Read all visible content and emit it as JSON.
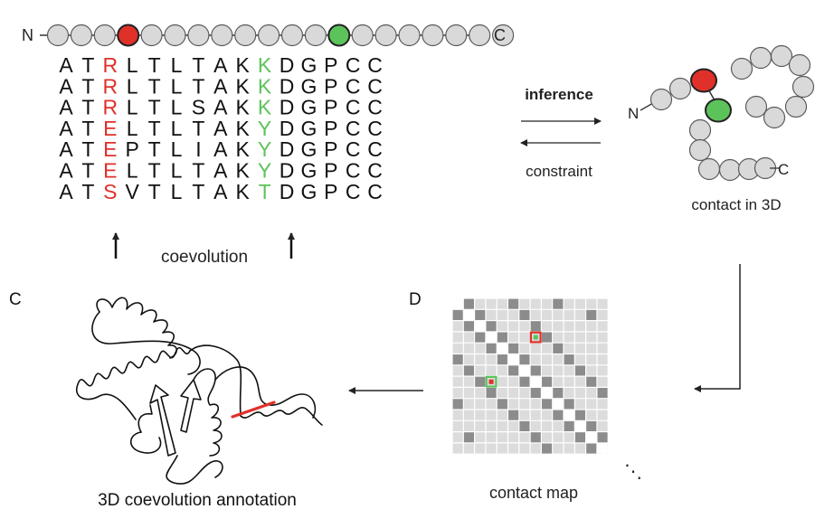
{
  "chain": {
    "n_label": "N",
    "c_label": "C",
    "beads": 20,
    "red_index": 3,
    "green_index": 12
  },
  "msa": {
    "rows": [
      "ATRLTLTAKKDGPCC",
      "ATRLTLTAKKDGPCC",
      "ATRLTLSAKKDGPCC",
      "ATELTLTAKYDGPCC",
      "ATEPTLIAKYDGPCC",
      "ATELTLTAKYDGPCC",
      "ATSVTLTAKTDGPCC"
    ],
    "red_column": 2,
    "green_column": 9,
    "coevolution_label": "coevolution"
  },
  "arrows": {
    "inference_label": "inference",
    "constraint_label": "constraint"
  },
  "contact3d": {
    "n_label": "N",
    "c_label": "C",
    "caption": "contact in 3D"
  },
  "panel_c": {
    "letter": "C",
    "caption": "3D coevolution annotation"
  },
  "panel_d": {
    "letter": "D",
    "caption": "contact map",
    "ellipsis": "⋱"
  },
  "colors": {
    "red": "#e0302a",
    "green": "#5cc35a",
    "bead_fill": "#d9d9d9",
    "bead_stroke": "#5a5a5a",
    "dark_cell": "#8c8c8c",
    "light_cell": "#dcdcdc"
  }
}
